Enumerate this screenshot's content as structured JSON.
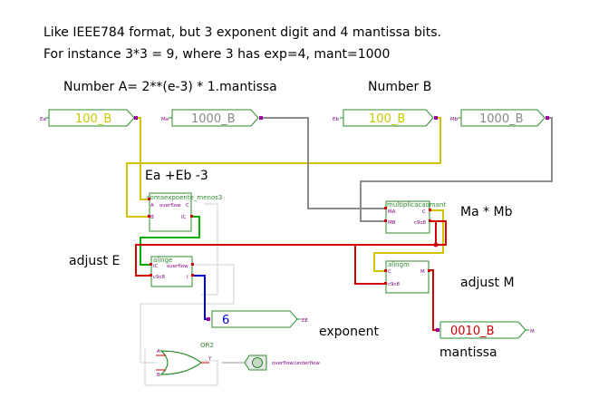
{
  "notes": {
    "line1": "Like IEEE784 format, but 3 exponent digit and 4 mantissa bits.",
    "line2": "For instance 3*3 = 9, where 3 has exp=4, mant=1000",
    "number_a": "Number A= 2**(e-3) * 1.mantissa",
    "number_b": "Number B",
    "ea_eb": "Ea +Eb -3",
    "ma_mb": "Ma * Mb",
    "adjust_e": "adjust E",
    "adjust_m": "adjust M",
    "exponent": "exponent",
    "mantissa": "mantissa"
  },
  "inputs": {
    "ea": {
      "label": "Ea",
      "value": "100_B"
    },
    "ma": {
      "label": "Ma",
      "value": "1000_B"
    },
    "eb": {
      "label": "Eb",
      "value": "100_B"
    },
    "mb": {
      "label": "Mb",
      "value": "1000_B"
    }
  },
  "blocks": {
    "soma": {
      "title": "somaexpoente_menos3",
      "pin_a": "A",
      "pin_overflow": "overflow",
      "pin_c": "C",
      "pin_b": "B",
      "pin_ic": "IC"
    },
    "mult": {
      "title": "multiplicacaomant",
      "pin_ma": "MA",
      "pin_c": "C",
      "pin_mb": "MB",
      "pin_c9c8": "c9c8"
    },
    "alinge": {
      "title": "alinge",
      "pin_ic": "IC",
      "pin_overflow": "overflow",
      "pin_c9c8": "c9c8",
      "pin_i": "I"
    },
    "alingm": {
      "title": "alingm",
      "pin_c": "C",
      "pin_m": "M",
      "pin_c9c8": "c9c8"
    },
    "or2": {
      "title": "OR2",
      "pin_a": "A",
      "pin_y": "Y",
      "pin_b": "B"
    }
  },
  "outputs": {
    "exponent": {
      "label": "EE",
      "value": "6"
    },
    "mantissa": {
      "label": "M",
      "value": "0010_B"
    },
    "overflow": {
      "label": "overflow/underflow"
    }
  },
  "colors": {
    "green_border": "#2e8b2e",
    "yellow_value": "#c8c800",
    "gray_value": "#888888",
    "red_value": "#cc0000",
    "blue_value": "#0000cc",
    "wire_yellow": "#d4c400",
    "wire_gray": "#8c8c8c",
    "wire_red": "#d00000",
    "wire_green": "#00b000",
    "wire_blue": "#0000d0",
    "pin_purple": "#a000a0",
    "label_purple": "#800080"
  }
}
